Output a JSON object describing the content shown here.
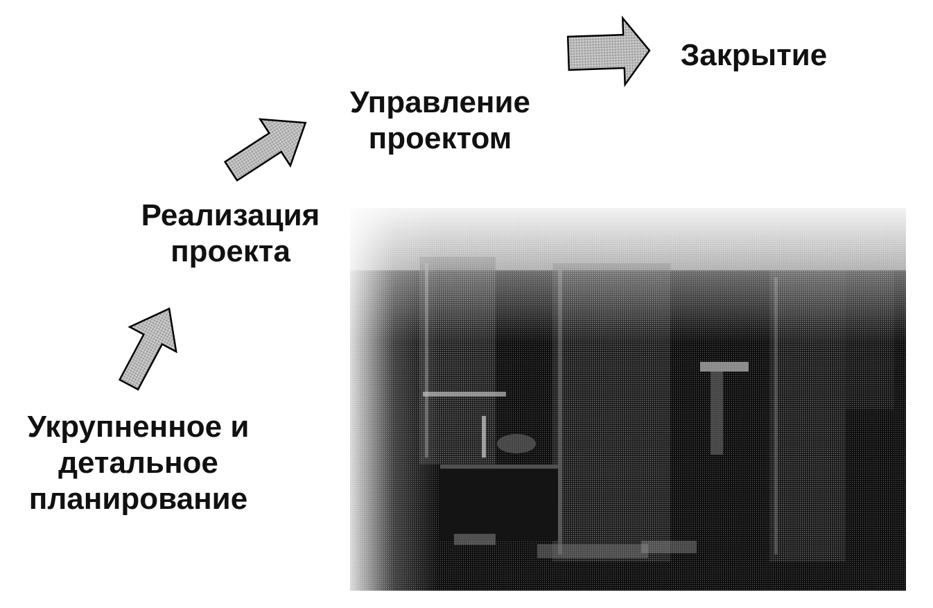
{
  "stages": [
    {
      "id": "planning",
      "lines": [
        "Укрупненное и",
        "детальное",
        "планирование"
      ]
    },
    {
      "id": "realization",
      "lines": [
        "Реализация",
        "проекта"
      ]
    },
    {
      "id": "management",
      "lines": [
        "Управление",
        "проектом"
      ]
    },
    {
      "id": "closure",
      "lines": [
        "Закрытие"
      ]
    }
  ],
  "arrows": [
    {
      "id": "arrow-1",
      "icon": "arrow-right-icon",
      "direction": "up-right"
    },
    {
      "id": "arrow-2",
      "icon": "arrow-right-icon",
      "direction": "up-right"
    },
    {
      "id": "arrow-3",
      "icon": "arrow-right-icon",
      "direction": "right"
    }
  ],
  "colors": {
    "text": "#111111",
    "arrow_fill": "#b9b9b9",
    "arrow_stroke": "#000000",
    "photo_dark": "#0b0b0b",
    "photo_mid": "#2a2a2a",
    "photo_light": "#8a8a8a"
  }
}
